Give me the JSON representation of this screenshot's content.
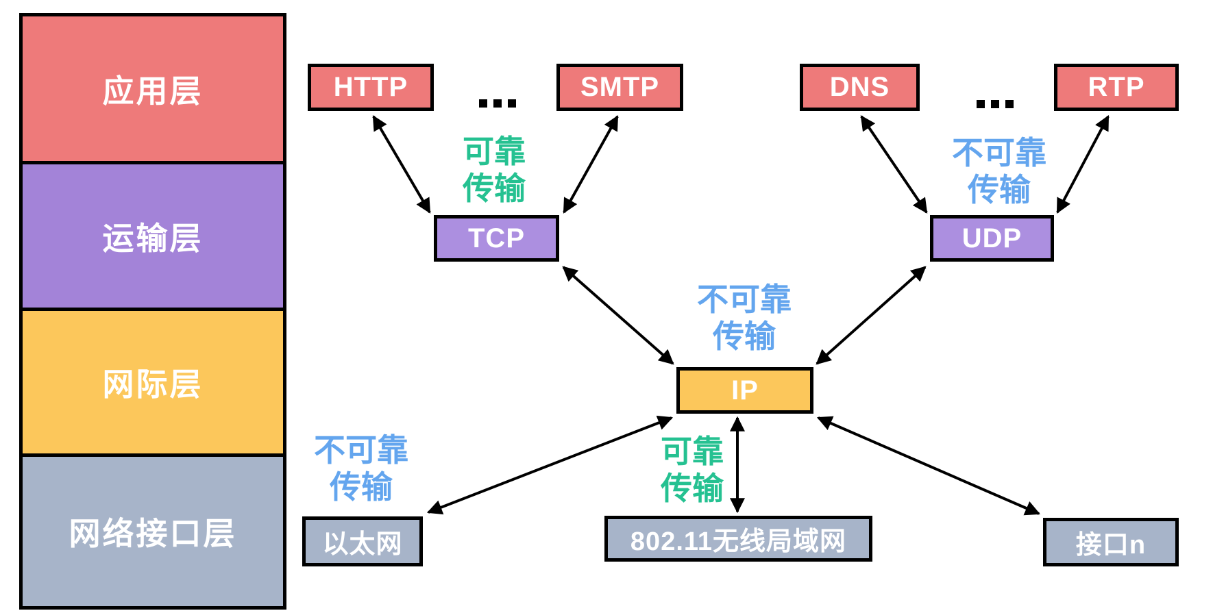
{
  "diagram": {
    "layers": [
      {
        "id": "application",
        "label": "应用层",
        "color": "#EE7A7A"
      },
      {
        "id": "transport",
        "label": "运输层",
        "color": "#A383D8"
      },
      {
        "id": "internet",
        "label": "网际层",
        "color": "#FCC75B"
      },
      {
        "id": "network-interface",
        "label": "网络接口层",
        "color": "#A7B4C9"
      }
    ],
    "nodes": [
      {
        "id": "http",
        "label": "HTTP",
        "color": "#EE7A7A"
      },
      {
        "id": "smtp",
        "label": "SMTP",
        "color": "#EE7A7A"
      },
      {
        "id": "dns",
        "label": "DNS",
        "color": "#EE7A7A"
      },
      {
        "id": "rtp",
        "label": "RTP",
        "color": "#EE7A7A"
      },
      {
        "id": "tcp",
        "label": "TCP",
        "color": "#AC8FE0"
      },
      {
        "id": "udp",
        "label": "UDP",
        "color": "#AC8FE0"
      },
      {
        "id": "ip",
        "label": "IP",
        "color": "#FCC75B"
      },
      {
        "id": "ethernet",
        "label": "以太网",
        "color": "#A7B4C9"
      },
      {
        "id": "wlan",
        "label": "802.11无线局域网",
        "color": "#A7B4C9"
      },
      {
        "id": "interface-n",
        "label": "接口n",
        "color": "#A7B4C9"
      }
    ],
    "annotations": [
      {
        "id": "tcp-reliability",
        "lines": [
          "可靠",
          "传输"
        ],
        "color": "#25C191"
      },
      {
        "id": "udp-reliability",
        "lines": [
          "不可靠",
          "传输"
        ],
        "color": "#63A5EE"
      },
      {
        "id": "ip-reliability",
        "lines": [
          "不可靠",
          "传输"
        ],
        "color": "#63A5EE"
      },
      {
        "id": "ethernet-reliability",
        "lines": [
          "不可靠",
          "传输"
        ],
        "color": "#63A5EE"
      },
      {
        "id": "wlan-reliability",
        "lines": [
          "可靠",
          "传输"
        ],
        "color": "#25C191"
      }
    ],
    "ellipsis": "..."
  }
}
